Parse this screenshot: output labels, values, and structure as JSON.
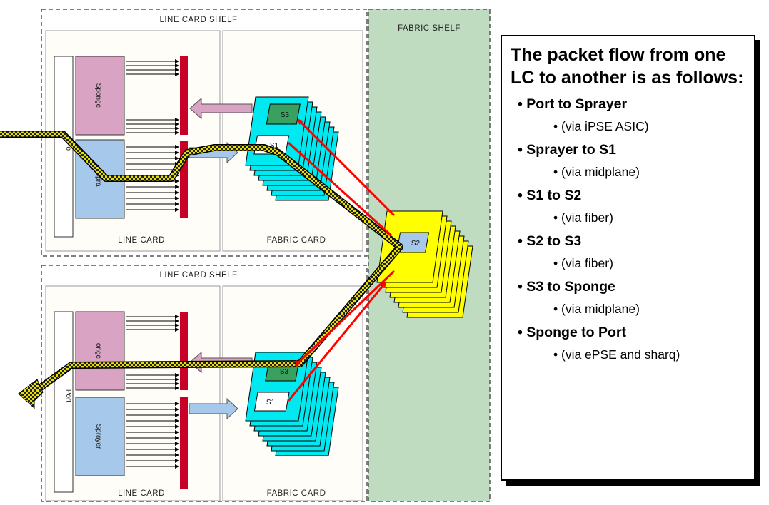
{
  "diagram": {
    "top_shelf_label": "LINE CARD SHELF",
    "bottom_shelf_label": "LINE CARD SHELF",
    "fabric_shelf_label": "FABRIC SHELF",
    "top_line_card_label": "LINE CARD",
    "top_fabric_card_label": "FABRIC CARD",
    "bottom_line_card_label": "LINE CARD",
    "bottom_fabric_card_label": "FABRIC CARD",
    "top_port_label": "Po",
    "bottom_port_label": "Port",
    "top_sponge_label": "Sponge",
    "top_sprayer_label": "Spra",
    "bottom_sponge_label": "onge",
    "bottom_sprayer_label": "Sprayer",
    "chip_s1_top": "S1",
    "chip_s3_top": "S3",
    "chip_s2": "S2",
    "chip_s1_bottom": "S1",
    "chip_s3_bottom": "S3",
    "colors": {
      "shelf_bg": "#c0dcc0",
      "sponge": "#d9a3c3",
      "sprayer": "#a6c8ea",
      "midplane": "#c80028",
      "fabric_stack": "#00e8f0",
      "s2_stack": "#ffff00",
      "fiber_arrow": "#ff0000",
      "flow_path": "#d8d000"
    }
  },
  "flow": {
    "title": "The packet flow from one LC to another is as follows:",
    "steps": [
      {
        "label": "Port to Sprayer",
        "via": "(via iPSE ASIC)"
      },
      {
        "label": "Sprayer to S1",
        "via": "(via midplane)"
      },
      {
        "label": "S1 to S2",
        "via": "(via fiber)"
      },
      {
        "label": "S2 to S3",
        "via": "(via fiber)"
      },
      {
        "label": "S3 to Sponge",
        "via": "(via midplane)"
      },
      {
        "label": "Sponge to Port",
        "via": "(via ePSE and sharq)"
      }
    ]
  }
}
